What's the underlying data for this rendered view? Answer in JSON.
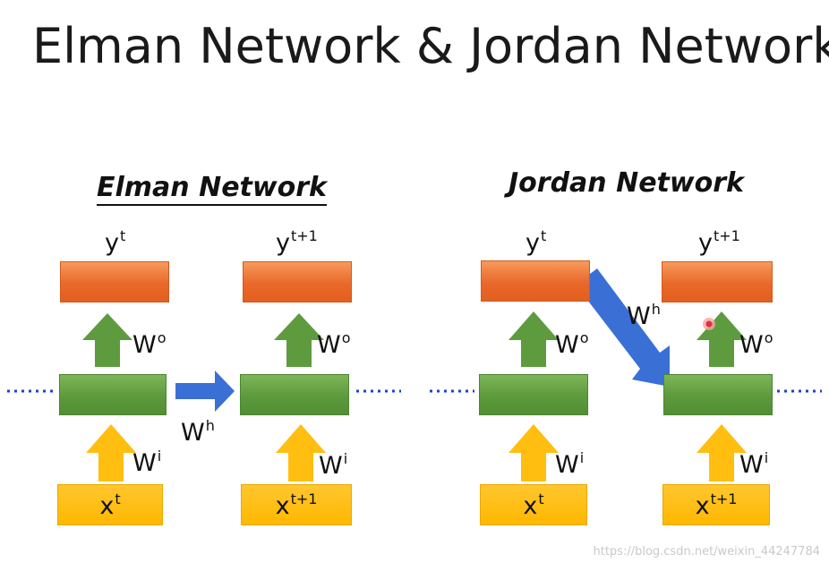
{
  "title": "Elman Network & Jordan Network",
  "elman": {
    "title": "Elman Network",
    "y1": {
      "base": "y",
      "sup": "t"
    },
    "y2": {
      "base": "y",
      "sup": "t+1"
    },
    "x1": {
      "base": "x",
      "sup": "t"
    },
    "x2": {
      "base": "x",
      "sup": "t+1"
    },
    "wo1": {
      "base": "W",
      "sup": "o"
    },
    "wo2": {
      "base": "W",
      "sup": "o"
    },
    "wi1": {
      "base": "W",
      "sup": "i"
    },
    "wi2": {
      "base": "W",
      "sup": "i"
    },
    "wh": {
      "base": "W",
      "sup": "h"
    }
  },
  "jordan": {
    "title": "Jordan Network",
    "y1": {
      "base": "y",
      "sup": "t"
    },
    "y2": {
      "base": "y",
      "sup": "t+1"
    },
    "x1": {
      "base": "x",
      "sup": "t"
    },
    "x2": {
      "base": "x",
      "sup": "t+1"
    },
    "wo1": {
      "base": "W",
      "sup": "o"
    },
    "wo2": {
      "base": "W",
      "sup": "o"
    },
    "wi1": {
      "base": "W",
      "sup": "i"
    },
    "wi2": {
      "base": "W",
      "sup": "i"
    },
    "wh": {
      "base": "W",
      "sup": "h"
    }
  },
  "watermark": "https://blog.csdn.net/weixin_44247784",
  "colors": {
    "output": "#e8682a",
    "hidden": "#5c9a3c",
    "input": "#ffb800",
    "arrow_green": "#5e9b3e",
    "arrow_yellow": "#ffbe10",
    "arrow_blue": "#3a6fd6",
    "dots": "#1f3fd0",
    "pointer": "#e0303a"
  }
}
